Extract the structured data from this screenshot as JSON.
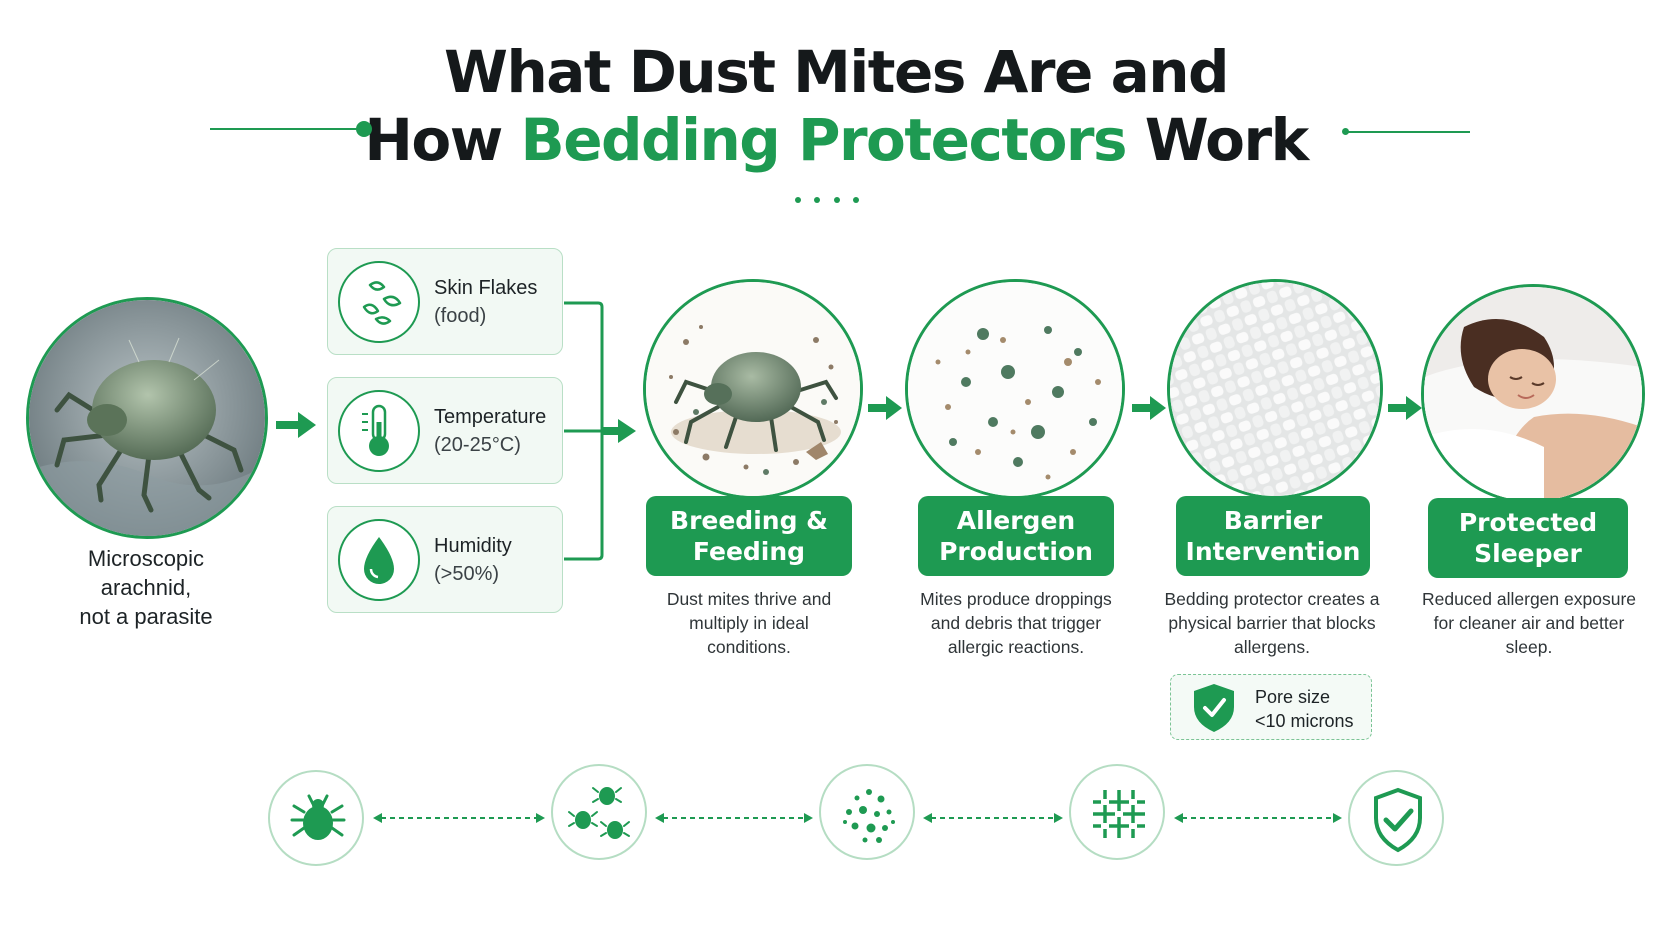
{
  "title": {
    "line1": "What Dust Mites Are and",
    "line2_prefix": "How ",
    "line2_highlight": "Bedding Protectors",
    "line2_suffix": " Work"
  },
  "left": {
    "caption_bold": "Microscopic arachnid,",
    "caption_rest": "not a parasite"
  },
  "conditions": [
    {
      "title": "Skin Flakes",
      "detail": "(food)",
      "icon": "leaf-flakes-icon"
    },
    {
      "title": "Temperature",
      "detail": "(20-25°C)",
      "icon": "thermometer-icon"
    },
    {
      "title": "Humidity",
      "detail": "(>50%)",
      "icon": "water-drop-icon"
    }
  ],
  "steps": [
    {
      "label_l1": "Breeding &",
      "label_l2": "Feeding",
      "desc": "Dust mites thrive and multiply in ideal conditions."
    },
    {
      "label_l1": "Allergen",
      "label_l2": "Production",
      "desc": "Mites produce droppings and debris that trigger allergic reactions."
    },
    {
      "label_l1": "Barrier",
      "label_l2": "Intervention",
      "desc": "Bedding protector creates a physical barrier that blocks allergens."
    },
    {
      "label_l1": "Protected",
      "label_l2": "Sleeper",
      "desc": "Reduced allergen exposure for cleaner air and better sleep."
    }
  ],
  "pore": {
    "line1": "Pore size",
    "line2": "<10 microns",
    "icon": "shield-check-icon"
  },
  "bottom_icons": [
    "mite-icon",
    "multiple-mites-icon",
    "particles-icon",
    "woven-fabric-icon",
    "shield-check-icon"
  ],
  "colors": {
    "accent": "#1e9a52",
    "card_bg": "#f2f9f4",
    "card_border": "#b9dfc6"
  }
}
